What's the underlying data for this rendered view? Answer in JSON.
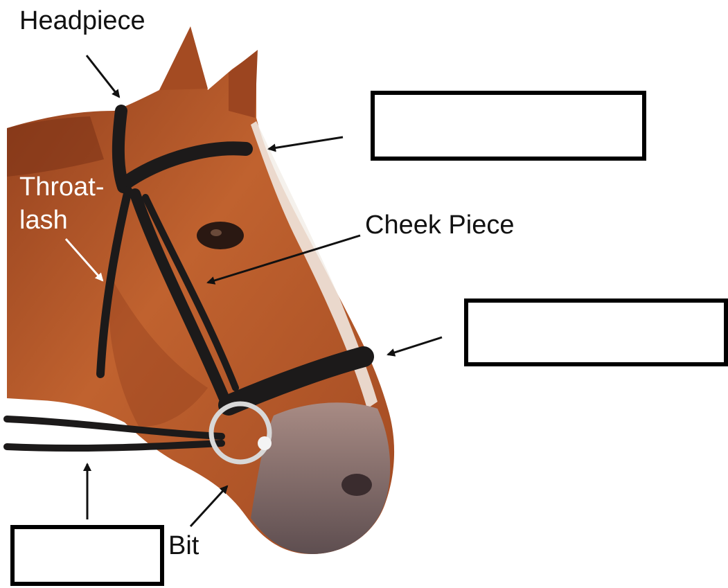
{
  "labels": {
    "headpiece": "Headpiece",
    "throatlash_line1": "Throat-",
    "throatlash_line2": "lash",
    "cheek_piece": "Cheek Piece",
    "bit": "Bit"
  },
  "answer_boxes": [
    "",
    "",
    ""
  ],
  "colors": {
    "text": "#111111",
    "light_text": "#ffffff",
    "coat": "#b3562a",
    "leather": "#1c1a1a",
    "ring": "#d8d8d8",
    "muzzle": "#8a7a7c"
  }
}
